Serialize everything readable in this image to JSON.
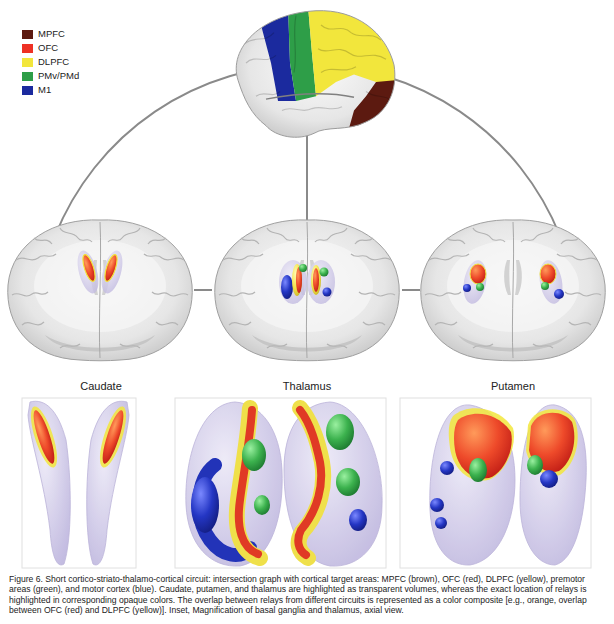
{
  "diagram": {
    "caption": "Figure 6. Short cortico-striato-thalamo-cortical circuit: intersection graph with cortical target areas: MPFC (brown), OFC (red), DLPFC (yellow), premotor areas (green), and motor cortex (blue). Caudate, putamen, and thalamus are highlighted as transparent volumes, whereas the exact location of relays is highlighted in corresponding opaque colors. The overlap between relays from different circuits is represented as a color composite [e.g., orange, overlap between OFC (red) and DLPFC (yellow)]. Inset, Magnification of basal ganglia and thalamus, axial view.",
    "nodes": [
      {
        "text": [
          "Caudate"
        ]
      },
      {
        "text": [
          "Thalamus"
        ]
      },
      {
        "text": [
          "Putamen"
        ]
      }
    ],
    "edges": [
      {
        "from": 0,
        "to": 1,
        "arrow": "none"
      },
      {
        "from": 1,
        "to": 2,
        "arrow": "none"
      }
    ],
    "legend": [
      {
        "text": "MPFC",
        "color": "#5c1a10"
      },
      {
        "text": "OFC",
        "color": "#ee3124"
      },
      {
        "text": "DLPFC",
        "color": "#f2e63c"
      },
      {
        "text": "PMv/PMd",
        "color": "#2e9e48"
      },
      {
        "text": "M1",
        "color": "#1b2a9e"
      }
    ]
  }
}
